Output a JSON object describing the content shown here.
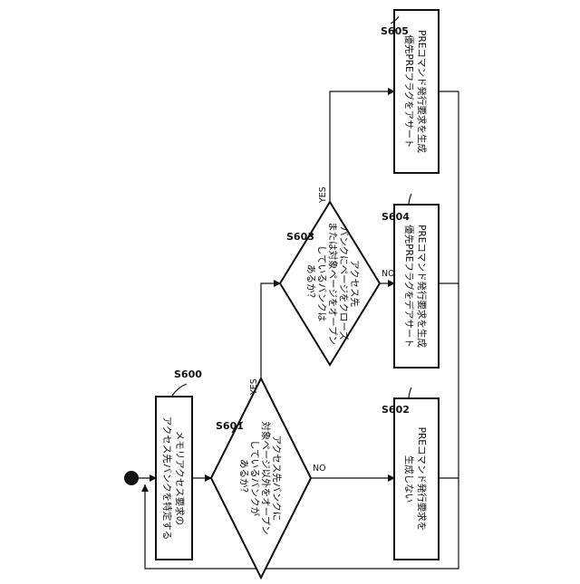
{
  "steps": {
    "s600": {
      "id": "S600",
      "lines": [
        "メモリアクセス要求の",
        "アクセス先バンクを特定する"
      ]
    },
    "s601": {
      "id": "S601",
      "lines": [
        "アクセス先バンクに",
        "対象ページ以外をオープン",
        "しているバンクが",
        "あるか？"
      ]
    },
    "s602": {
      "id": "S602",
      "lines": [
        "PREコマンド発行要求を",
        "生成しない"
      ]
    },
    "s603": {
      "id": "S603",
      "lines": [
        "アクセス先",
        "バンクにページをクローズ",
        "または対象ページをオープン",
        "しているバンクは",
        "あるか？"
      ]
    },
    "s604": {
      "id": "S604",
      "lines": [
        "PREコマンド発行要求を生成",
        "優先PREフラグをデアサート"
      ]
    },
    "s605": {
      "id": "S605",
      "lines": [
        "PREコマンド発行要求を生成",
        "優先PREフラグをアサート"
      ]
    }
  },
  "branches": {
    "yes": "YES",
    "no": "NO"
  }
}
